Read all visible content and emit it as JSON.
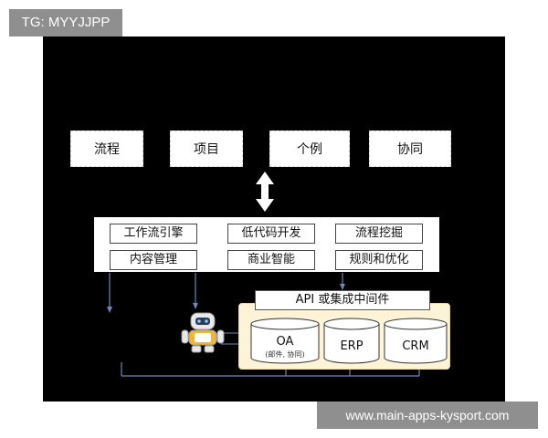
{
  "watermark_top": "TG: MYYJJPP",
  "watermark_bottom": "www.main-apps-kysport.com",
  "top_row": [
    "流程",
    "项目",
    "个例",
    "协同"
  ],
  "functions": {
    "row1": [
      "工作流引擎",
      "低代码开发",
      "流程挖掘"
    ],
    "row2": [
      "内容管理",
      "商业智能",
      "规则和优化"
    ]
  },
  "api_bar": "API 或集成中间件",
  "databases": [
    {
      "label": "OA",
      "sub": "(邮件, 协同)"
    },
    {
      "label": "ERP",
      "sub": ""
    },
    {
      "label": "CRM",
      "sub": ""
    }
  ],
  "colors": {
    "background": "#000000",
    "api_area": "#fdf4d8",
    "arrow_lines": "#6f86b8"
  },
  "icons": [
    "double-arrow-icon",
    "robot-icon"
  ]
}
